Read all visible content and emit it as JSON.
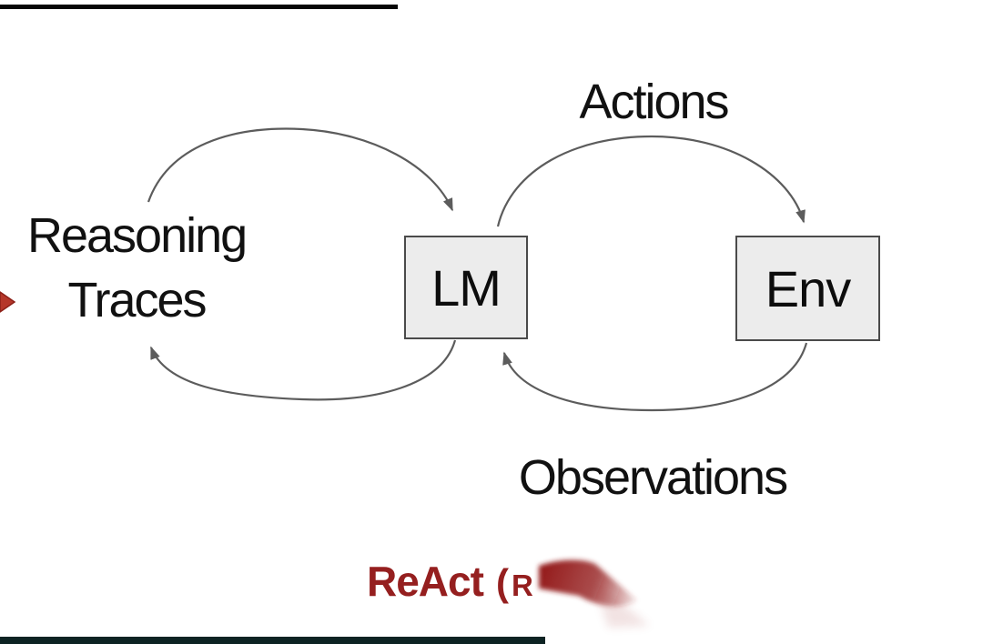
{
  "diagram": {
    "left_label": {
      "line1": "Reasoning",
      "line2": "Traces"
    },
    "nodes": [
      {
        "id": "lm",
        "label": "LM"
      },
      {
        "id": "env",
        "label": "Env"
      }
    ],
    "edge_labels": {
      "top": "Actions",
      "bottom": "Observations"
    },
    "edges": [
      {
        "from": "reasoning-traces",
        "to": "lm",
        "label": ""
      },
      {
        "from": "lm",
        "to": "reasoning-traces",
        "label": ""
      },
      {
        "from": "lm",
        "to": "env",
        "label": "Actions"
      },
      {
        "from": "env",
        "to": "lm",
        "label": "Observations"
      }
    ],
    "caption": {
      "word": "ReAct",
      "open_paren": "(",
      "partial_letter": "R"
    },
    "colors": {
      "text": "#111111",
      "arrow_gray": "#5c5c5c",
      "node_fill": "#ececec",
      "node_border": "#4a4a4a",
      "accent_red": "#951f1f",
      "left_arrow_red": "#b5372a",
      "top_bar": "#060606",
      "bottom_bar": "#0d2323"
    }
  }
}
